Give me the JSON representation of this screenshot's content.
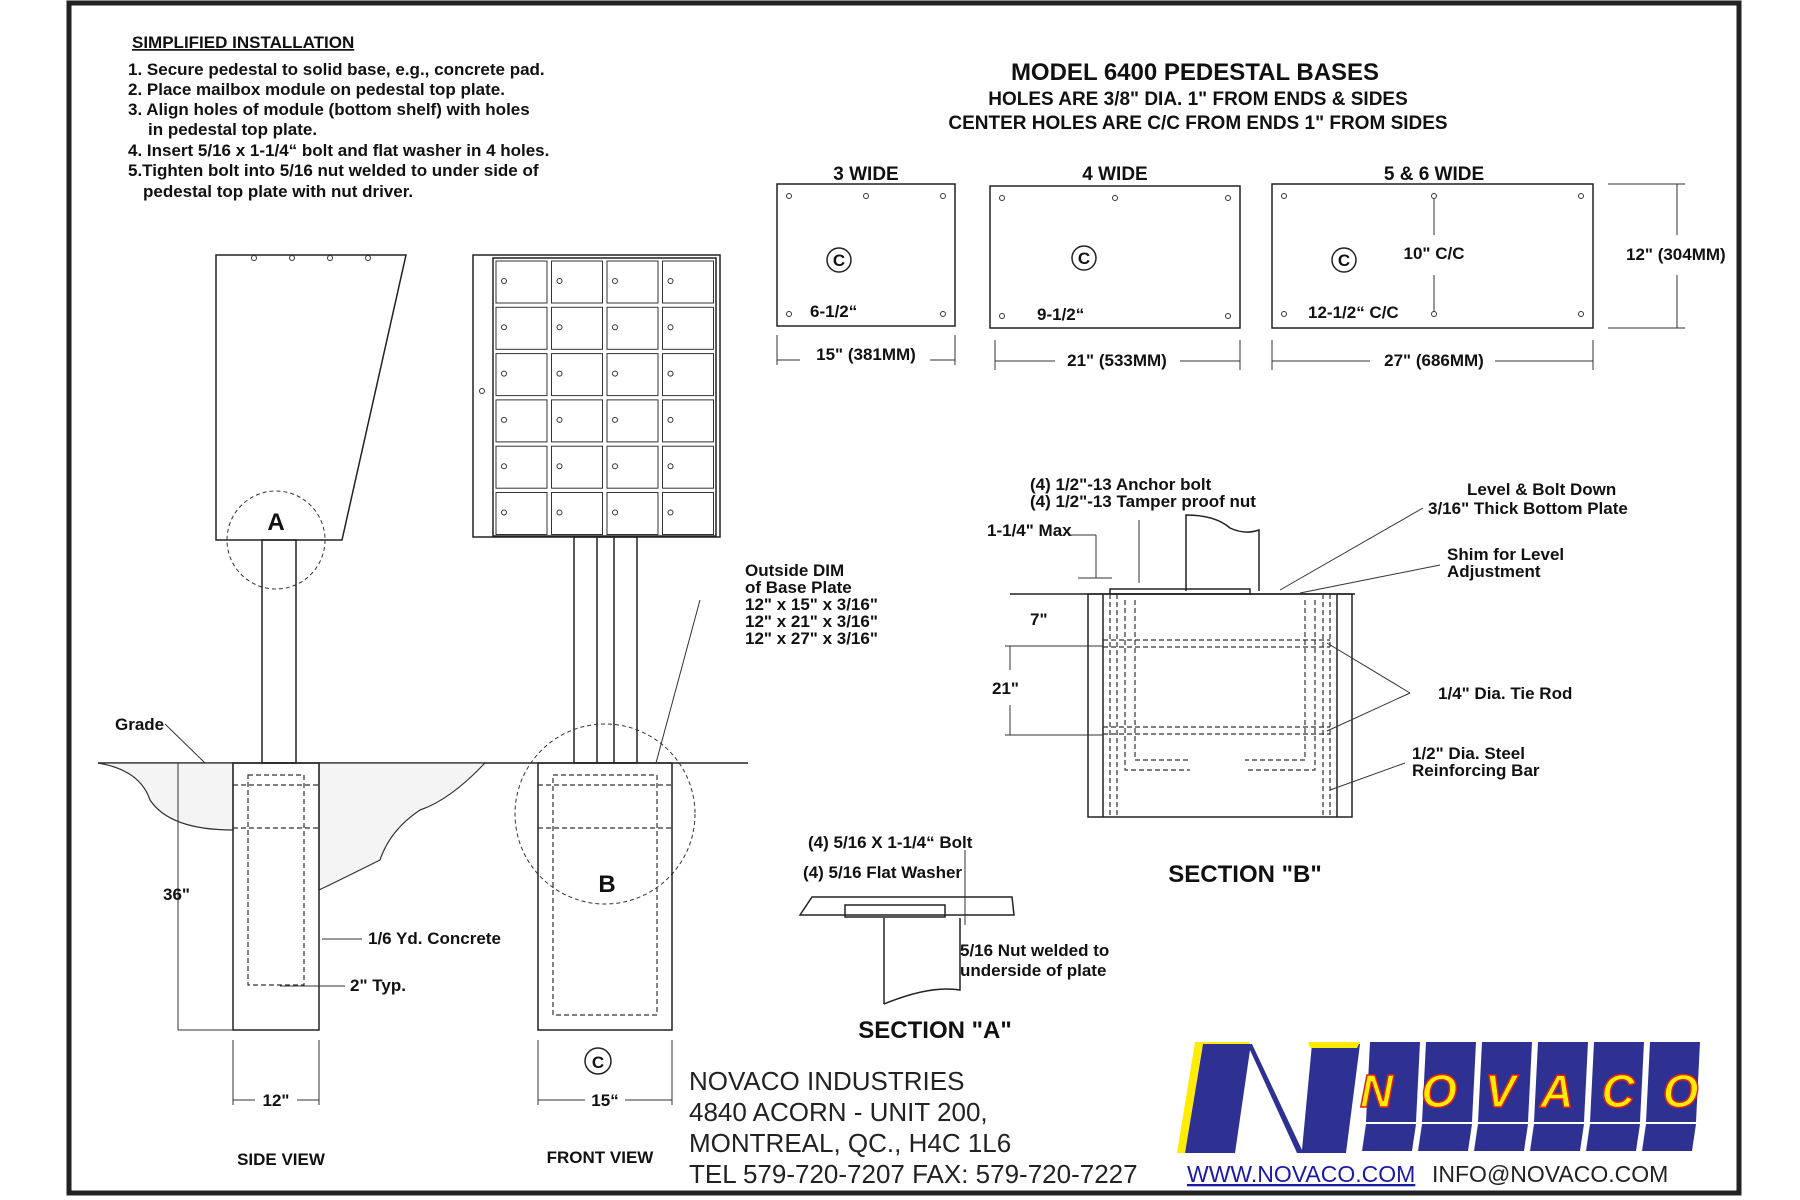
{
  "instructions": {
    "title": "SIMPLIFIED INSTALLATION",
    "lines": [
      "1. Secure pedestal to solid base, e.g., concrete pad.",
      "2. Place mailbox module on pedestal top plate.",
      "3. Align holes of module (bottom shelf) with holes",
      "in pedestal top plate.",
      "4. Insert 5/16 x 1-1/4“ bolt and flat washer in 4 holes.",
      "5.Tighten bolt into 5/16 nut welded to under side of",
      "pedestal top plate with nut driver."
    ]
  },
  "model": {
    "title": "MODEL 6400 PEDESTAL BASES",
    "line1": "HOLES ARE 3/8\" DIA. 1\" FROM ENDS & SIDES",
    "line2": "CENTER HOLES ARE C/C FROM ENDS 1\" FROM SIDES"
  },
  "plates": [
    {
      "title": "3 WIDE",
      "center": "C",
      "inner": "6-1/2“",
      "width": "15\" (381MM)"
    },
    {
      "title": "4 WIDE",
      "center": "C",
      "inner": "9-1/2“",
      "width": "21\" (533MM)"
    },
    {
      "title": "5 & 6 WIDE",
      "center": "C",
      "inner": "12-1/2“ C/C",
      "vertical": "10\" C/C",
      "width": "27\" (686MM)",
      "height": "12\" (304MM)"
    }
  ],
  "side_view": {
    "label": "SIDE VIEW",
    "circle": "A",
    "grade": "Grade",
    "depth": "36\"",
    "concrete": "1/6 Yd. Concrete",
    "typ": "2\" Typ.",
    "width": "12\""
  },
  "front_view": {
    "label": "FRONT VIEW",
    "circle": "B",
    "symbol": "C",
    "width": "15“",
    "base_plate": [
      "Outside DIM",
      "of Base Plate",
      "12\" x 15\" x 3/16\"",
      "12\" x 21\" x 3/16\"",
      "12\" x 27\" x 3/16\""
    ]
  },
  "section_a": {
    "title": "SECTION \"A\"",
    "bolt": "(4) 5/16 X 1-1/4“ Bolt",
    "washer": "(4)  5/16 Flat  Washer",
    "nut1": "5/16 Nut welded to",
    "nut2": "underside of plate"
  },
  "section_b": {
    "title": "SECTION \"B\"",
    "anchor": "(4) 1/2\"-13 Anchor bolt",
    "tamper": "(4) 1/2\"-13 Tamper proof nut",
    "max": "1-1/4\" Max",
    "level1": "Level & Bolt Down",
    "level2": "3/16\" Thick Bottom Plate",
    "shim1": "Shim for Level",
    "shim2": "Adjustment",
    "d7": "7\"",
    "d21": "21\"",
    "tie": "1/4\" Dia. Tie Rod",
    "rebar1": "1/2\" Dia. Steel",
    "rebar2": "Reinforcing Bar"
  },
  "company": {
    "name": "NOVACO INDUSTRIES",
    "address1": "4840 ACORN - UNIT 200,",
    "address2": " MONTREAL, QC., H4C 1L6",
    "phone": "TEL 579-720-7207 FAX: 579-720-7227",
    "website": "WWW.NOVACO.COM",
    "email": "INFO@NOVACO.COM",
    "logo_text": "NOVACO",
    "logo_blue": "#2e3192",
    "logo_yellow": "#ffec00",
    "link_color": "#1a1aa6"
  }
}
